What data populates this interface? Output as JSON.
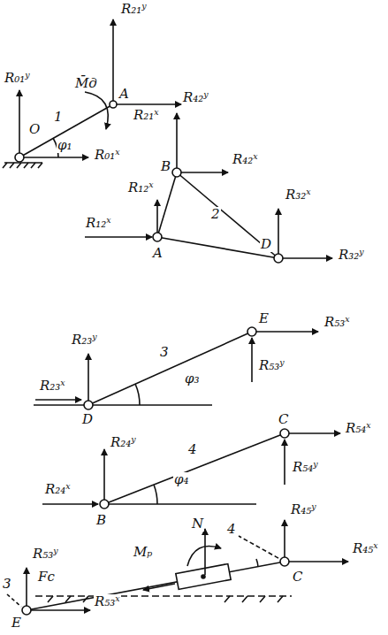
{
  "diagram": {
    "labels": [
      "R₀₁ʸ",
      "M̄д",
      "R₂₁ʸ",
      "A",
      "O",
      "1",
      "φ₁",
      "R₂₁ˣ",
      "R₀₁ˣ",
      "R₄₂ʸ",
      "B",
      "R₄₂ˣ",
      "R₁₂ˣ",
      "2",
      "R₃₂ˣ",
      "R₁₂ˣ",
      "A",
      "D",
      "R₃₂ʸ",
      "E",
      "R₅₃ˣ",
      "R₂₃ʸ",
      "3",
      "φ₃",
      "R₂₃ˣ",
      "R₅₃ʸ",
      "D",
      "C",
      "R₅₄ˣ",
      "R₂₄ʸ",
      "4",
      "φ₄",
      "R₅₄ʸ",
      "R₂₄ˣ",
      "B",
      "N",
      "4",
      "R₄₅ʸ",
      "C",
      "R₄₅ˣ",
      "R₅₃ʸ",
      "Mₚ",
      "Fc",
      "3",
      "E",
      "R₅₃ˣ"
    ]
  }
}
